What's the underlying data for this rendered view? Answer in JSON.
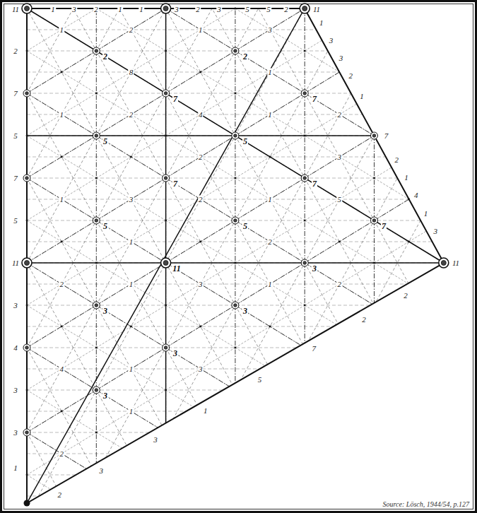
{
  "diagram": {
    "labels": [
      "11",
      "1",
      "3",
      "2",
      "1",
      "1",
      "3",
      "2",
      "3",
      "5",
      "5",
      "2",
      "11",
      "2",
      "7",
      "5",
      "7",
      "5",
      "11",
      "3",
      "4",
      "3",
      "3",
      "1",
      "1",
      "3",
      "3",
      "2",
      "1",
      "7",
      "2",
      "1",
      "4",
      "1",
      "3",
      "11",
      "2",
      "3",
      "3",
      "1",
      "5",
      "7",
      "2",
      "2",
      "11",
      "7",
      "5",
      "5",
      "7",
      "7",
      "5",
      "5",
      "7",
      "3",
      "3",
      "3",
      "2",
      "2",
      "7",
      "3",
      "3",
      "1",
      "2",
      "1",
      "3",
      "1",
      "2",
      "4",
      "1",
      "2",
      "1",
      "3",
      "2",
      "1",
      "5",
      "2",
      "1",
      "3",
      "1",
      "2",
      "4",
      "1",
      "3",
      "2",
      "1",
      "8",
      "1",
      "2",
      "3",
      "1",
      "2",
      "Source: Lösch, 1944/54, p.127"
    ]
  }
}
